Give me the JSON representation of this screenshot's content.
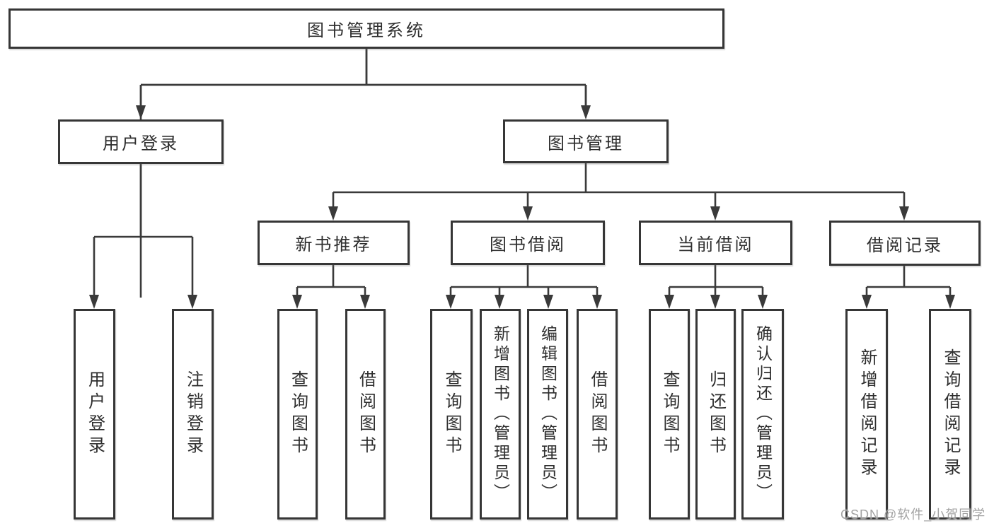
{
  "tree": {
    "label": "图书管理系统",
    "children": [
      {
        "label": "用户登录",
        "children": [
          {
            "label": "用户登录"
          },
          {
            "label": "注销登录"
          }
        ]
      },
      {
        "label": "图书管理",
        "children": [
          {
            "label": "新书推荐",
            "children": [
              {
                "label": "查询图书"
              },
              {
                "label": "借阅图书"
              }
            ]
          },
          {
            "label": "图书借阅",
            "children": [
              {
                "label": "查询图书"
              },
              {
                "label": "新增图书（管理员）"
              },
              {
                "label": "编辑图书（管理员）"
              },
              {
                "label": "借阅图书"
              }
            ]
          },
          {
            "label": "当前借阅",
            "children": [
              {
                "label": "查询图书"
              },
              {
                "label": "归还图书"
              },
              {
                "label": "确认归还（管理员）"
              }
            ]
          },
          {
            "label": "借阅记录",
            "children": [
              {
                "label": "新增借阅记录"
              },
              {
                "label": "查询借阅记录"
              }
            ]
          }
        ]
      }
    ]
  },
  "watermark": "CSDN @软件_小贺同学",
  "colors": {
    "line": "#3a3a3a",
    "box_border": "#363636",
    "text": "#2e2e2e",
    "background": "#ffffff",
    "watermark": "#9e9e9e"
  }
}
